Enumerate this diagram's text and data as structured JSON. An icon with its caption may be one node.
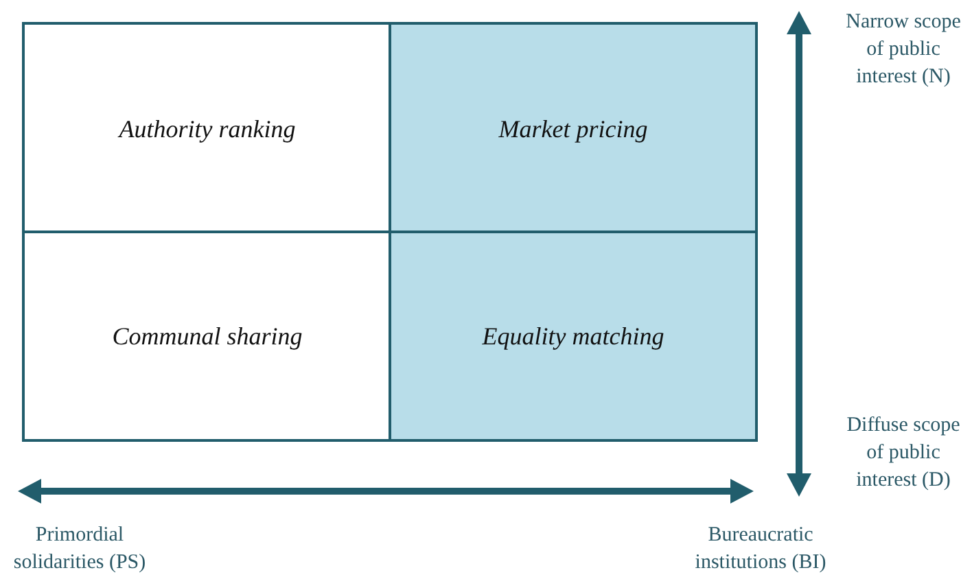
{
  "diagram": {
    "nodes": [
      {
        "text": [
          "Authority ranking"
        ]
      },
      {
        "text": [
          "Market pricing"
        ]
      },
      {
        "text": [
          "Communal sharing"
        ]
      },
      {
        "text": [
          "Equality matching"
        ]
      }
    ],
    "labels": [
      "Narrow scope of public interest (N)",
      "Diffuse scope of public interest (D)",
      "Primordial solidarities (PS)",
      "Bureaucratic institutions (BI)"
    ]
  }
}
